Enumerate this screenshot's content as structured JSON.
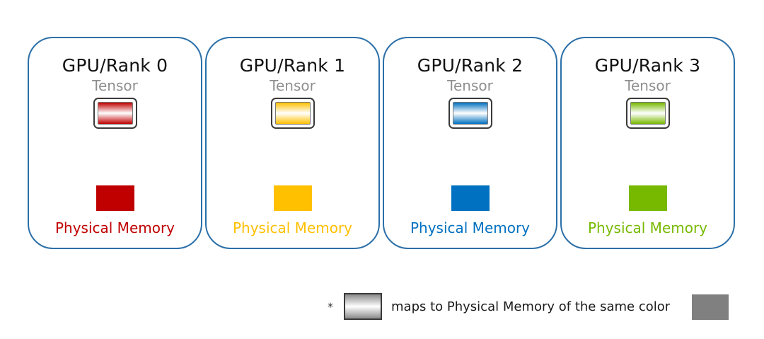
{
  "ranks": [
    {
      "title": "GPU/Rank 0",
      "tensor_label": "Tensor",
      "memory_label": "Physical Memory",
      "color": "#c00000"
    },
    {
      "title": "GPU/Rank 1",
      "tensor_label": "Tensor",
      "memory_label": "Physical Memory",
      "color": "#ffc000"
    },
    {
      "title": "GPU/Rank 2",
      "tensor_label": "Tensor",
      "memory_label": "Physical Memory",
      "color": "#0070c0"
    },
    {
      "title": "GPU/Rank 3",
      "tensor_label": "Tensor",
      "memory_label": "Physical Memory",
      "color": "#77b900"
    }
  ],
  "legend": {
    "marker": "*",
    "text": "maps to Physical Memory of the same color",
    "swatch_color": "#808080"
  }
}
